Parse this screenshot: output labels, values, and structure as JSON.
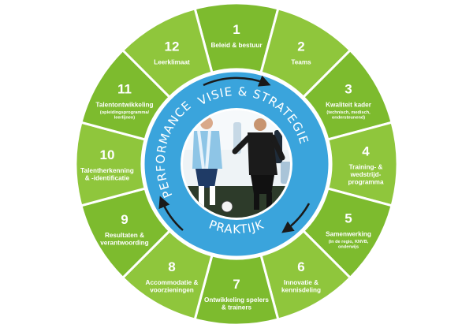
{
  "colors": {
    "segment": "#7dbb2e",
    "segment_light": "#8fc63c",
    "divider": "#ffffff",
    "ring": "#3aa4dc",
    "ring_outline": "#ffffff",
    "arrow": "#1a1a1a",
    "photo_sky": "#eef3f6",
    "jersey_light": "#8ec5e6",
    "jersey_dark": "#1b1b1b",
    "grass": "#2d3b2a"
  },
  "ring": {
    "top_label": "VISIE & STRATEGIE",
    "bottom_label": "PRAKTIJK",
    "left_label": "PERFORMANCE"
  },
  "segments": [
    {
      "number": "1",
      "label": [
        "Beleid & bestuur"
      ],
      "sub": []
    },
    {
      "number": "2",
      "label": [
        "Teams"
      ],
      "sub": []
    },
    {
      "number": "3",
      "label": [
        "Kwaliteit kader"
      ],
      "sub": [
        "(technisch, medisch,",
        "ondersteunend)"
      ]
    },
    {
      "number": "4",
      "label": [
        "Training- &",
        "wedstrijd-",
        "programma"
      ],
      "sub": []
    },
    {
      "number": "5",
      "label": [
        "Samenwerking"
      ],
      "sub": [
        "(in de regio, KNVB,",
        "onderwijs"
      ]
    },
    {
      "number": "6",
      "label": [
        "Innovatie &",
        "kennisdeling"
      ],
      "sub": []
    },
    {
      "number": "7",
      "label": [
        "Ontwikkeling spelers",
        "& trainers"
      ],
      "sub": []
    },
    {
      "number": "8",
      "label": [
        "Accommodatie &",
        "voorzieningen"
      ],
      "sub": []
    },
    {
      "number": "9",
      "label": [
        "Resultaten &",
        "verantwoording"
      ],
      "sub": []
    },
    {
      "number": "10",
      "label": [
        "Talentherkenning",
        "& -identificatie"
      ],
      "sub": []
    },
    {
      "number": "11",
      "label": [
        "Talentontwikkeling"
      ],
      "sub": [
        "(opleidingsprogramma/",
        "leerlijnen)"
      ]
    },
    {
      "number": "12",
      "label": [
        "Leerklimaat"
      ],
      "sub": []
    }
  ],
  "photo": {
    "icon": "football-players-photo"
  }
}
